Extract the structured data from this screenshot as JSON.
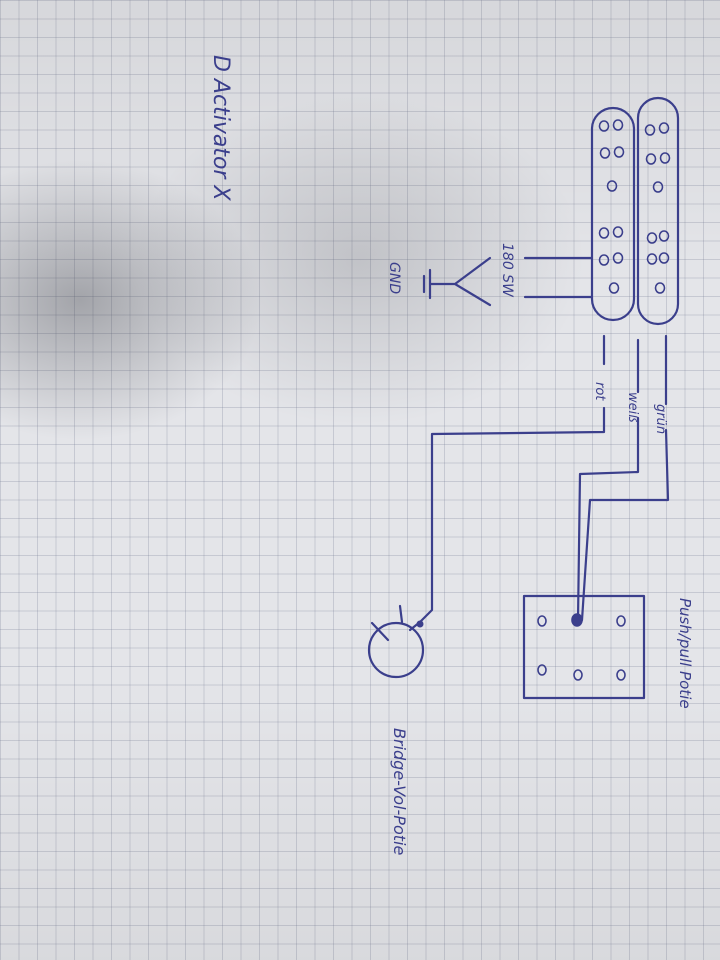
{
  "note": {
    "title": "D Activator X"
  },
  "labels": {
    "wire_green": "grün",
    "wire_white": "weiß",
    "wire_red": "rot",
    "ground": "GND",
    "ground_side": "180 SW",
    "push_pull": "Push/pull Potie",
    "bridge_vol": "Bridge-Vol-Potie"
  },
  "colors": {
    "ink": "#3b3f8c",
    "paper": "#e4e5e9"
  }
}
